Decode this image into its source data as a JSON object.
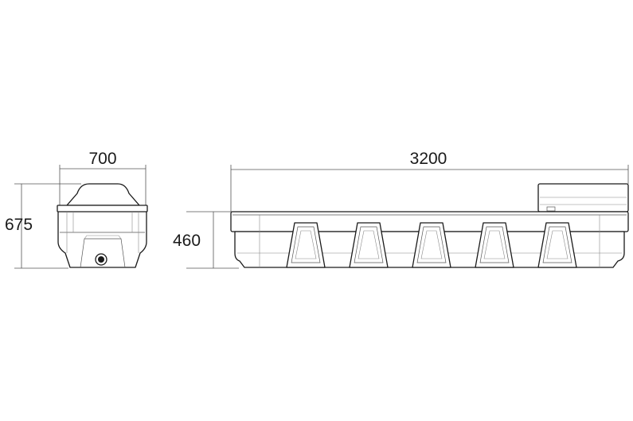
{
  "dimensions": {
    "end_width": "700",
    "end_height": "675",
    "side_length": "3200",
    "side_height": "460"
  },
  "colors": {
    "line": "#1a1a1a",
    "dimension_line": "#555555",
    "background": "#ffffff"
  }
}
